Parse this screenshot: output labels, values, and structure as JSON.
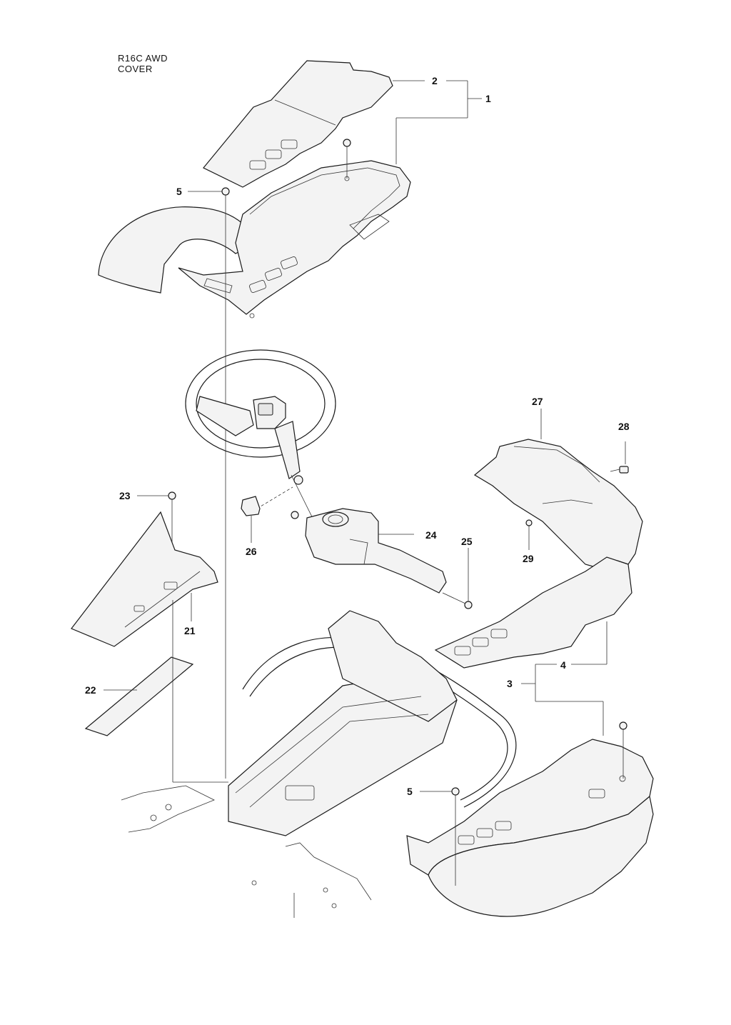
{
  "title": {
    "model": "R16C AWD",
    "section": "COVER"
  },
  "callouts": [
    {
      "id": "c2",
      "text": "2"
    },
    {
      "id": "c1",
      "text": "1"
    },
    {
      "id": "c5a",
      "text": "5"
    },
    {
      "id": "c27",
      "text": "27"
    },
    {
      "id": "c28",
      "text": "28"
    },
    {
      "id": "c23",
      "text": "23"
    },
    {
      "id": "c24",
      "text": "24"
    },
    {
      "id": "c26",
      "text": "26"
    },
    {
      "id": "c25",
      "text": "25"
    },
    {
      "id": "c29",
      "text": "29"
    },
    {
      "id": "c21",
      "text": "21"
    },
    {
      "id": "c4",
      "text": "4"
    },
    {
      "id": "c3",
      "text": "3"
    },
    {
      "id": "c22",
      "text": "22"
    },
    {
      "id": "c5b",
      "text": "5"
    }
  ]
}
